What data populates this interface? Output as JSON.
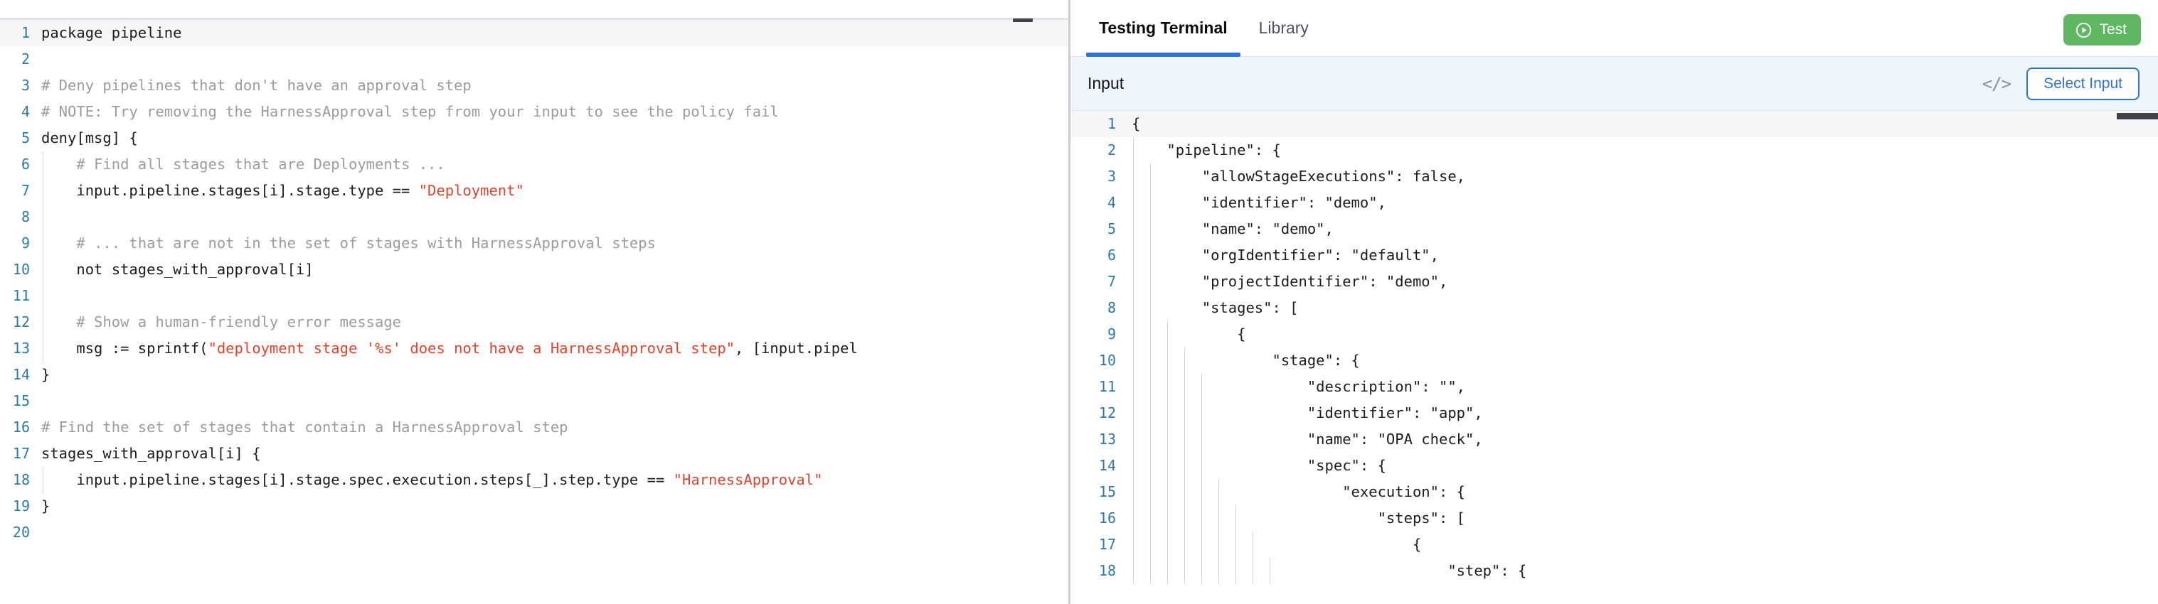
{
  "left_editor": {
    "name": "policy-rego-editor",
    "language": "rego",
    "minimize_icon": "minimize-icon",
    "current_line": 1,
    "total_lines": 20,
    "lines": [
      {
        "n": 1,
        "indent": 0,
        "segments": [
          {
            "t": "package pipeline",
            "c": "plain"
          }
        ]
      },
      {
        "n": 2,
        "indent": 0,
        "segments": []
      },
      {
        "n": 3,
        "indent": 0,
        "segments": [
          {
            "t": "# Deny pipelines that don't have an approval step",
            "c": "cmt"
          }
        ]
      },
      {
        "n": 4,
        "indent": 0,
        "segments": [
          {
            "t": "# NOTE: Try removing the HarnessApproval step from your input to see the policy fail",
            "c": "cmt"
          }
        ]
      },
      {
        "n": 5,
        "indent": 0,
        "segments": [
          {
            "t": "deny[msg] {",
            "c": "plain"
          }
        ]
      },
      {
        "n": 6,
        "indent": 1,
        "segments": [
          {
            "t": "    # Find all stages that are Deployments ...",
            "c": "cmt"
          }
        ]
      },
      {
        "n": 7,
        "indent": 1,
        "segments": [
          {
            "t": "    input.pipeline.stages[i].stage.type == ",
            "c": "plain"
          },
          {
            "t": "\"Deployment\"",
            "c": "str"
          }
        ]
      },
      {
        "n": 8,
        "indent": 1,
        "segments": []
      },
      {
        "n": 9,
        "indent": 1,
        "segments": [
          {
            "t": "    # ... that are not in the set of stages with HarnessApproval steps",
            "c": "cmt"
          }
        ]
      },
      {
        "n": 10,
        "indent": 1,
        "segments": [
          {
            "t": "    not stages_with_approval[i]",
            "c": "plain"
          }
        ]
      },
      {
        "n": 11,
        "indent": 1,
        "segments": []
      },
      {
        "n": 12,
        "indent": 1,
        "segments": [
          {
            "t": "    # Show a human-friendly error message",
            "c": "cmt"
          }
        ]
      },
      {
        "n": 13,
        "indent": 1,
        "segments": [
          {
            "t": "    msg := sprintf(",
            "c": "plain"
          },
          {
            "t": "\"deployment stage '%s' does not have a HarnessApproval step\"",
            "c": "str"
          },
          {
            "t": ", [input.pipel",
            "c": "plain"
          }
        ]
      },
      {
        "n": 14,
        "indent": 0,
        "segments": [
          {
            "t": "}",
            "c": "plain"
          }
        ]
      },
      {
        "n": 15,
        "indent": 0,
        "segments": []
      },
      {
        "n": 16,
        "indent": 0,
        "segments": [
          {
            "t": "# Find the set of stages that contain a HarnessApproval step",
            "c": "cmt"
          }
        ]
      },
      {
        "n": 17,
        "indent": 0,
        "segments": [
          {
            "t": "stages_with_approval[i] {",
            "c": "plain"
          }
        ]
      },
      {
        "n": 18,
        "indent": 1,
        "segments": [
          {
            "t": "    input.pipeline.stages[i].stage.spec.execution.steps[_].step.type == ",
            "c": "plain"
          },
          {
            "t": "\"HarnessApproval\"",
            "c": "str"
          }
        ]
      },
      {
        "n": 19,
        "indent": 0,
        "segments": [
          {
            "t": "}",
            "c": "plain"
          }
        ]
      },
      {
        "n": 20,
        "indent": 0,
        "segments": []
      }
    ]
  },
  "right_panel": {
    "tabs": [
      {
        "label": "Testing Terminal",
        "active": true
      },
      {
        "label": "Library",
        "active": false
      }
    ],
    "test_button": {
      "label": "Test",
      "icon": "play-circle-icon",
      "color": "#5fb761"
    },
    "input_bar": {
      "title": "Input",
      "code_icon": "</>",
      "select_input_label": "Select Input",
      "accent_color": "#2e73d8",
      "background": "#eef6fb"
    },
    "json_editor": {
      "name": "input-json-editor",
      "language": "json",
      "minimize_icon": "minimize-icon",
      "current_line": 1,
      "lines": [
        {
          "n": 1,
          "indent": 0,
          "text": "{"
        },
        {
          "n": 2,
          "indent": 1,
          "text": "    \"pipeline\": {"
        },
        {
          "n": 3,
          "indent": 2,
          "text": "        \"allowStageExecutions\": false,"
        },
        {
          "n": 4,
          "indent": 2,
          "text": "        \"identifier\": \"demo\","
        },
        {
          "n": 5,
          "indent": 2,
          "text": "        \"name\": \"demo\","
        },
        {
          "n": 6,
          "indent": 2,
          "text": "        \"orgIdentifier\": \"default\","
        },
        {
          "n": 7,
          "indent": 2,
          "text": "        \"projectIdentifier\": \"demo\","
        },
        {
          "n": 8,
          "indent": 2,
          "text": "        \"stages\": ["
        },
        {
          "n": 9,
          "indent": 3,
          "text": "            {"
        },
        {
          "n": 10,
          "indent": 4,
          "text": "                \"stage\": {"
        },
        {
          "n": 11,
          "indent": 5,
          "text": "                    \"description\": \"\","
        },
        {
          "n": 12,
          "indent": 5,
          "text": "                    \"identifier\": \"app\","
        },
        {
          "n": 13,
          "indent": 5,
          "text": "                    \"name\": \"OPA check\","
        },
        {
          "n": 14,
          "indent": 5,
          "text": "                    \"spec\": {"
        },
        {
          "n": 15,
          "indent": 6,
          "text": "                        \"execution\": {"
        },
        {
          "n": 16,
          "indent": 7,
          "text": "                            \"steps\": ["
        },
        {
          "n": 17,
          "indent": 8,
          "text": "                                {"
        },
        {
          "n": 18,
          "indent": 9,
          "text": "                                    \"step\": {"
        }
      ]
    }
  }
}
